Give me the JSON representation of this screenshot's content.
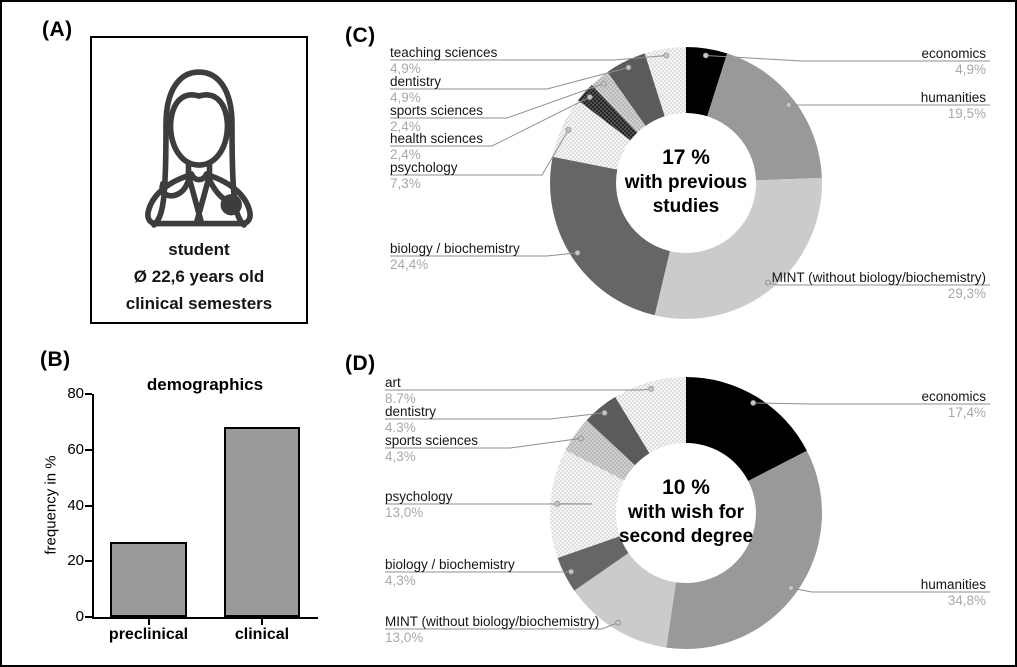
{
  "panels": {
    "a": {
      "tag": "(A)",
      "student_lines": [
        "student",
        "Ø 22,6 years old",
        "clinical semesters"
      ],
      "icon": "female-doctor-icon"
    },
    "b": {
      "tag": "(B)"
    },
    "c": {
      "tag": "(C)"
    },
    "d": {
      "tag": "(D)"
    }
  },
  "colors": {
    "economics": "#000000",
    "humanities": "#999999",
    "mint": "#cbcbcb",
    "biology_biochemistry": "#666666",
    "dentistry": "#5b5b5b",
    "bar_fill": "#9a9a9a",
    "leader_line": "#8f8f8f",
    "leader_dot": "#c6c6c6",
    "percent_text": "#a8a8a8"
  },
  "chart_data": [
    {
      "id": "demographics-bar",
      "type": "bar",
      "title": "demographics",
      "categories": [
        "preclinical",
        "clinical"
      ],
      "values": [
        27,
        68
      ],
      "xlabel": "",
      "ylabel": "frequency in %",
      "ylim": [
        0,
        80
      ],
      "yticks": [
        0,
        20,
        40,
        60,
        80
      ],
      "grid": false,
      "legend": false
    },
    {
      "id": "previous-studies-donut",
      "type": "pie",
      "subtype": "donut",
      "center_text": [
        "17 %",
        "with previous",
        "studies"
      ],
      "start_angle_deg": 0,
      "direction": "clockwise",
      "slices": [
        {
          "label": "economics",
          "value": 4.9,
          "pct": "4,9%",
          "fill": "#000000"
        },
        {
          "label": "humanities",
          "value": 19.5,
          "pct": "19,5%",
          "fill": "#999999"
        },
        {
          "label": "MINT (without biology/biochemistry)",
          "value": 29.3,
          "pct": "29,3%",
          "fill": "#cbcbcb"
        },
        {
          "label": "biology / biochemistry",
          "value": 24.4,
          "pct": "24,4%",
          "fill": "#666666"
        },
        {
          "label": "psychology",
          "value": 7.3,
          "pct": "7,3%",
          "fill": "pattern:dots-light"
        },
        {
          "label": "health sciences",
          "value": 2.4,
          "pct": "2,4%",
          "fill": "pattern:dots-dark"
        },
        {
          "label": "sports sciences",
          "value": 2.4,
          "pct": "2,4%",
          "fill": "pattern:dots-mid"
        },
        {
          "label": "dentistry",
          "value": 4.9,
          "pct": "4,9%",
          "fill": "#5b5b5b"
        },
        {
          "label": "teaching sciences",
          "value": 4.9,
          "pct": "4,9%",
          "fill": "pattern:dots-light"
        }
      ]
    },
    {
      "id": "second-degree-donut",
      "type": "pie",
      "subtype": "donut",
      "center_text": [
        "10 %",
        "with wish for",
        "second degree"
      ],
      "start_angle_deg": 0,
      "direction": "clockwise",
      "slices": [
        {
          "label": "economics",
          "value": 17.4,
          "pct": "17,4%",
          "fill": "#000000"
        },
        {
          "label": "humanities",
          "value": 34.8,
          "pct": "34,8%",
          "fill": "#999999"
        },
        {
          "label": "MINT (without biology/biochemistry)",
          "value": 13.0,
          "pct": "13,0%",
          "fill": "#cbcbcb"
        },
        {
          "label": "biology / biochemistry",
          "value": 4.3,
          "pct": "4,3%",
          "fill": "#666666"
        },
        {
          "label": "psychology",
          "value": 13.0,
          "pct": "13,0%",
          "fill": "pattern:dots-light"
        },
        {
          "label": "sports sciences",
          "value": 4.3,
          "pct": "4,3%",
          "fill": "pattern:dots-mid"
        },
        {
          "label": "dentistry",
          "value": 4.3,
          "pct": "4.3%",
          "fill": "#5b5b5b"
        },
        {
          "label": "art",
          "value": 8.7,
          "pct": "8.7%",
          "fill": "pattern:dots-light"
        }
      ]
    }
  ]
}
